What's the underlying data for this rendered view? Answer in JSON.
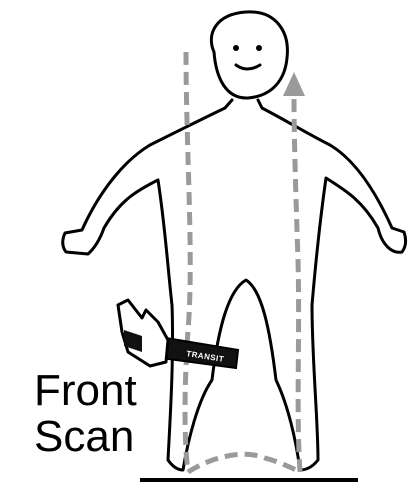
{
  "caption": {
    "line1": "Front",
    "line2": "Scan"
  },
  "device": {
    "label": "TRANSIT"
  },
  "colors": {
    "outline": "#000000",
    "scan_path": "#9a9a9a",
    "background": "#ffffff"
  },
  "icons": [
    "person-figure",
    "hand-held-scanner",
    "scan-path-arrow"
  ]
}
